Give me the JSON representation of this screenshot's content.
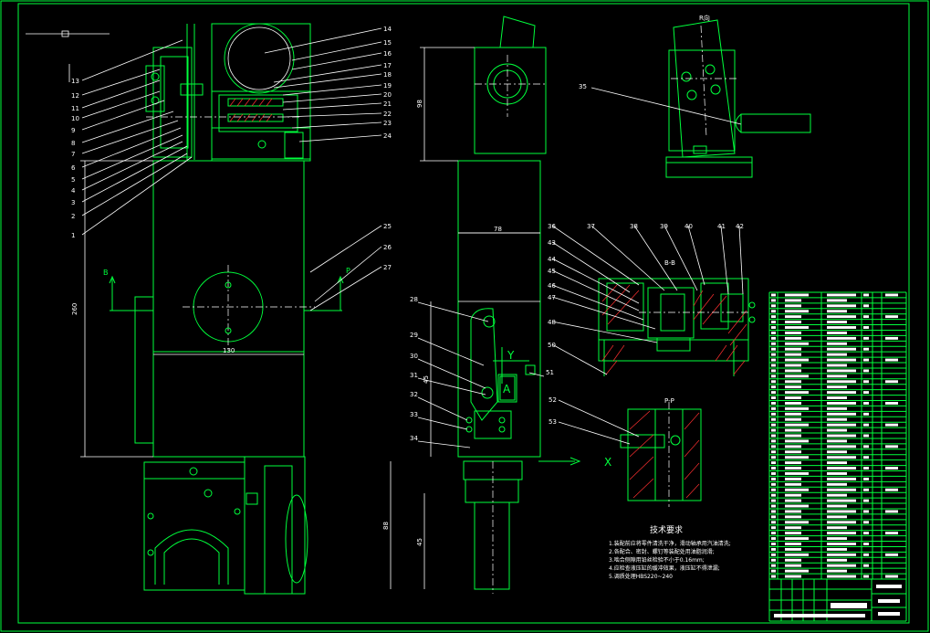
{
  "drawing": {
    "colors": {
      "background": "#000000",
      "outline": "#00ff3c",
      "leader": "#ffffff",
      "section_hatch": "#ff3030"
    },
    "left_part_numbers": [
      "13",
      "12",
      "11",
      "10",
      "9",
      "8",
      "7",
      "6",
      "5",
      "4",
      "3",
      "2",
      "1"
    ],
    "top_part_numbers": [
      "14",
      "15",
      "16",
      "17",
      "18",
      "19",
      "20",
      "21",
      "22",
      "23",
      "24"
    ],
    "mid_part_numbers": [
      "25",
      "26",
      "27"
    ],
    "center_part_numbers": [
      "28",
      "29",
      "30",
      "31",
      "32",
      "33",
      "34"
    ],
    "center_right_numbers": [
      "51"
    ],
    "section_numbers_top": [
      "36",
      "37",
      "38",
      "39",
      "40",
      "41",
      "42"
    ],
    "section_numbers_left": [
      "43",
      "44",
      "45",
      "46",
      "47",
      "48",
      "50"
    ],
    "pp_numbers": [
      "52",
      "53"
    ],
    "detail_number": "35",
    "labels": {
      "view_r": "R向",
      "section_bb": "B-B",
      "section_pp": "P-P",
      "arrow_b": "B",
      "arrow_p": "P",
      "arrow_x": "X",
      "arrow_y": "Y",
      "box_a": "A"
    },
    "dimensions": {
      "height_260": "260",
      "width_130": "130",
      "top_98": "98",
      "width_78": "78",
      "mid_dim": "45",
      "bottom_dim1": "88",
      "bottom_dim2": "45"
    },
    "tech_requirements": {
      "title": "技术要求",
      "items": [
        "1.装配前应将零件清洗干净，滑动轴承用汽油清洗;",
        "2.各配合、密封、螺钉等装配处用油脂润滑;",
        "3.啮合侧隙用铅丝检验不小于0.16mm;",
        "4.应检查液压缸的缓冲效果，液压缸不得泄漏;",
        "5.调质处理HBS220~240"
      ]
    }
  }
}
